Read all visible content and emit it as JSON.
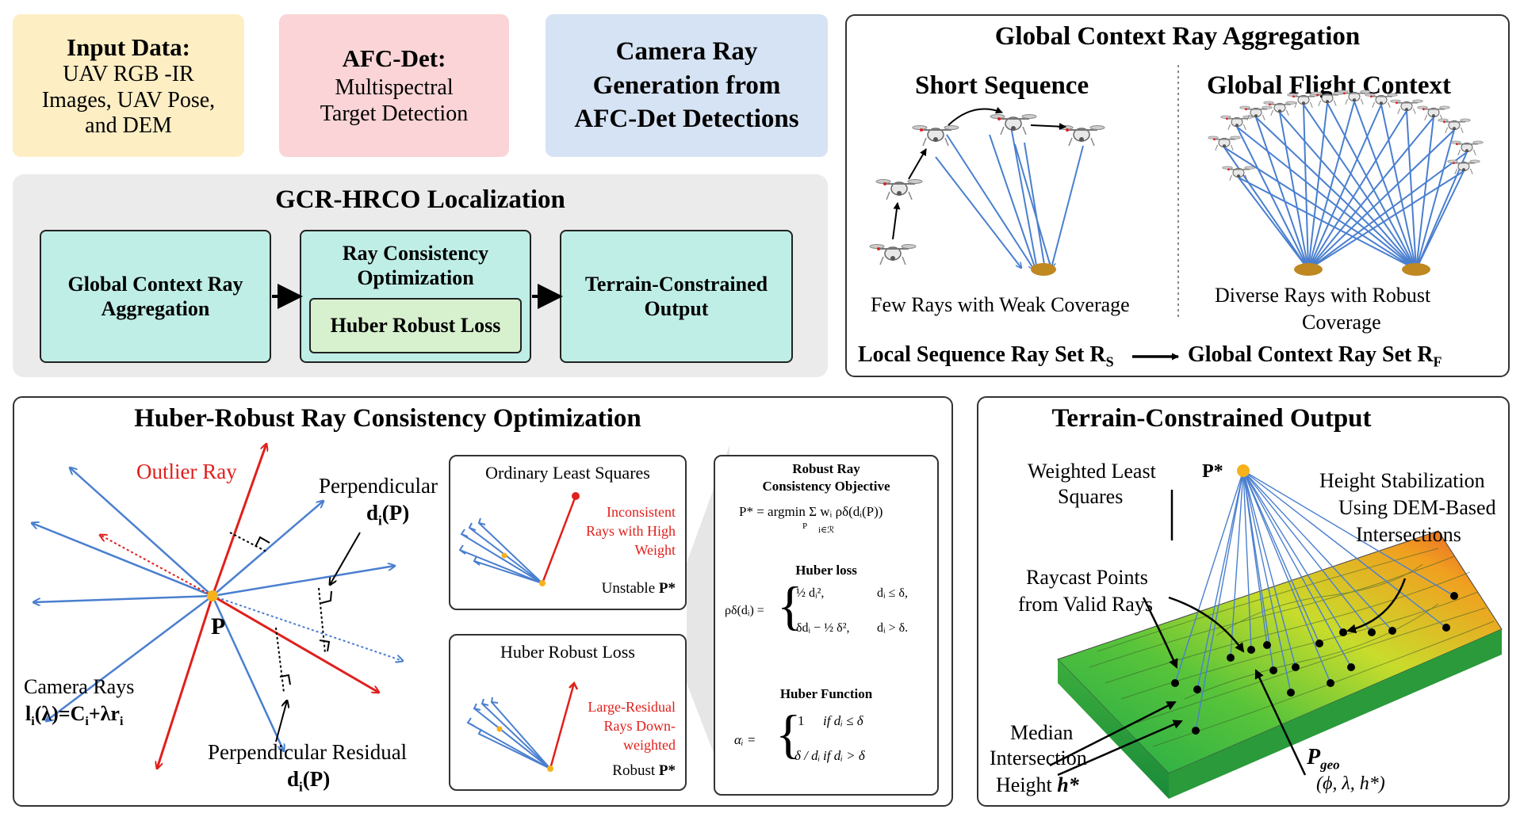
{
  "input_box": {
    "title": "Input Data:",
    "lines": [
      "UAV RGB -IR",
      "Images, UAV Pose,",
      "and DEM"
    ]
  },
  "afc_box": {
    "title": "AFC-Det:",
    "lines": [
      "Multispectral",
      "Target Detection"
    ]
  },
  "camera_box": {
    "lines": [
      "Camera Ray",
      "Generation from",
      "AFC-Det Detections"
    ]
  },
  "gcr": {
    "title": "GCR-HRCO Localization",
    "step1": "Global Context Ray Aggregation",
    "step2": "Ray Consistency Optimization",
    "step2_inner": "Huber Robust Loss",
    "step3": "Terrain-Constrained Output"
  },
  "aggregation": {
    "title": "Global Context Ray Aggregation",
    "left_title": "Short Sequence",
    "right_title": "Global Flight Context",
    "left_caption": "Few Rays with Weak Coverage",
    "right_caption_1": "Diverse Rays with  Robust",
    "right_caption_2": "Coverage",
    "local_set": "Local Sequence Ray Set R",
    "local_sub": "S",
    "global_set": "Global Context Ray Set R",
    "global_sub": "F"
  },
  "huber": {
    "title": "Huber-Robust Ray Consistency Optimization",
    "outlier": "Outlier Ray",
    "perp_label": "Perpendicular",
    "di": "d",
    "di_sub": "i",
    "di_arg": "(P)",
    "point": "P",
    "camera_rays": "Camera Rays",
    "ray_eq_1": "l",
    "ray_eq_sub": "i",
    "ray_eq_2": "(λ)=C",
    "ray_eq_3": "+λr",
    "perp_residual": "Perpendicular  Residual",
    "ols_title": "Ordinary  Least Squares",
    "ols_red_1": "Inconsistent",
    "ols_red_2": "Rays with High",
    "ols_red_3": "Weight",
    "ols_result": "Unstable ",
    "ols_result_b": "P*",
    "hrl_title": "Huber Robust Loss",
    "hrl_red_1": "Large-Residual",
    "hrl_red_2": "Rays Down-",
    "hrl_red_3": "weighted",
    "hrl_result": "Robust ",
    "hrl_result_b": "P*",
    "obj_title_1": "Robust Ray",
    "obj_title_2": "Consistency Objective",
    "obj_eq": "P* = argmin Σ wᵢ ρδ(dᵢ(P))",
    "obj_under": "P",
    "obj_sum_under": "i∈ℛ",
    "loss_title": "Huber loss",
    "loss_lhs": "ρδ(dᵢ) =",
    "loss_c1": "½ dᵢ²,",
    "loss_c1_cond": "dᵢ ≤ δ,",
    "loss_c2": "δdᵢ − ½ δ²,",
    "loss_c2_cond": "dᵢ > δ.",
    "func_title": "Huber Function",
    "func_lhs": "αᵢ =",
    "func_c1": "1",
    "func_c1_cond": "if dᵢ ≤ δ",
    "func_c2": "δ / dᵢ",
    "func_c2_cond": "if dᵢ > δ"
  },
  "terrain": {
    "title": "Terrain-Constrained Output",
    "wls_1": "Weighted Least",
    "wls_2": "Squares",
    "pstar": "P*",
    "height_1": "Height Stabilization",
    "height_2": "Using DEM-Based",
    "height_3": "Intersections",
    "raycast_1": "Raycast Points",
    "raycast_2": "from Valid Rays",
    "median_1": "Median",
    "median_2": "Intersection",
    "median_3": "Height ",
    "median_h": "h*",
    "pgeo": "P",
    "pgeo_sub": "geo",
    "pgeo_coords": "(ϕ, λ, h*)"
  },
  "colors": {
    "input_bg": "#fdeec4",
    "afc_bg": "#fad4d6",
    "camera_bg": "#d6e3f4",
    "gcr_bg": "#ebebeb",
    "flow_bg": "#bfeee6",
    "ray_blue": "#4a7fcf",
    "outlier_red": "#e0201c",
    "marker_orange": "#f5b21b"
  }
}
